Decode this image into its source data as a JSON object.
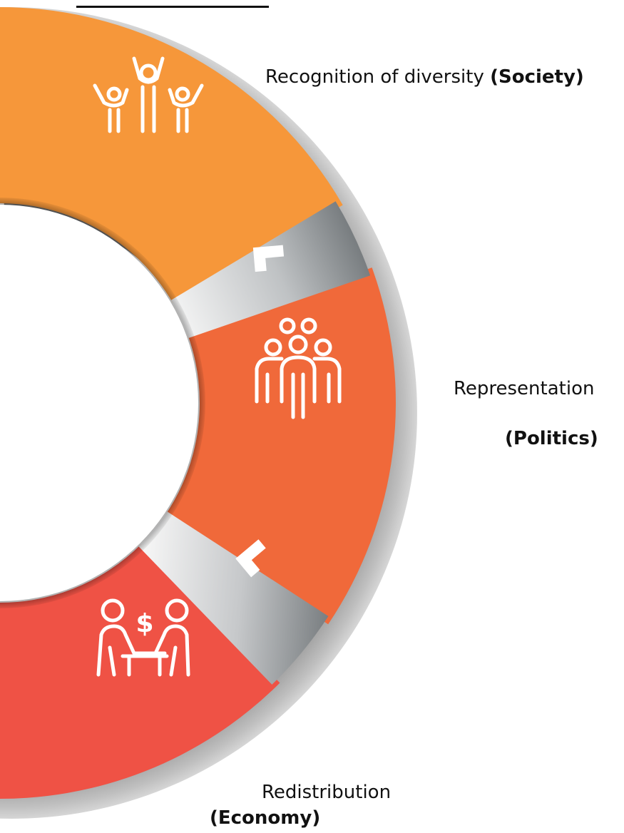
{
  "colors": {
    "society": "#f6973a",
    "politics": "#f0693a",
    "economy": "#ef5245",
    "connector_light": "#f2f2f2",
    "connector_dark": "#7e8386",
    "icon": "#ffffff",
    "text": "#111111"
  },
  "segments": [
    {
      "id": "society",
      "label": "Recognition of diversity",
      "category": "(Society)",
      "icon": "people-celebrating-icon"
    },
    {
      "id": "politics",
      "label": "Representation",
      "category": "(Politics)",
      "icon": "group-of-people-icon"
    },
    {
      "id": "economy",
      "label": "Redistribution",
      "category": "(Economy)",
      "icon": "money-exchange-icon"
    }
  ],
  "connectors": [
    {
      "icon": "chevron-arrow-icon"
    },
    {
      "icon": "chevron-arrow-icon"
    }
  ]
}
